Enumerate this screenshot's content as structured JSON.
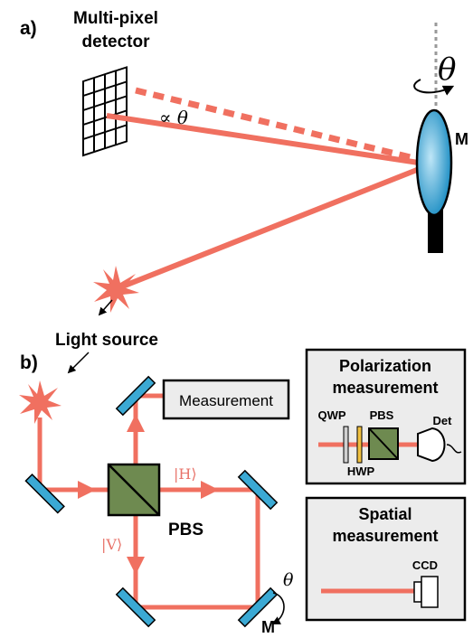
{
  "panel_a": {
    "label": "a)",
    "detector_label_line1": "Multi-pixel",
    "detector_label_line2": "detector",
    "proportional_label": "∝ θ",
    "mirror_label": "M",
    "theta_label": "θ",
    "source_label": "Light source"
  },
  "panel_b": {
    "label": "b)",
    "measurement_label": "Measurement",
    "pbs_label": "PBS",
    "h_ket": "|H⟩",
    "v_ket": "|V⟩",
    "mirror_label": "M",
    "theta_label": "θ"
  },
  "polarization_box": {
    "title_line1": "Polarization",
    "title_line2": "measurement",
    "qwp": "QWP",
    "pbs": "PBS",
    "det": "Det",
    "hwp": "HWP"
  },
  "spatial_box": {
    "title_line1": "Spatial",
    "title_line2": "measurement",
    "ccd": "CCD"
  },
  "colors": {
    "beam": "#f07060",
    "mirror": "#3ba9d4",
    "pbs": "#6e8a50",
    "box_fill": "#ececec"
  }
}
